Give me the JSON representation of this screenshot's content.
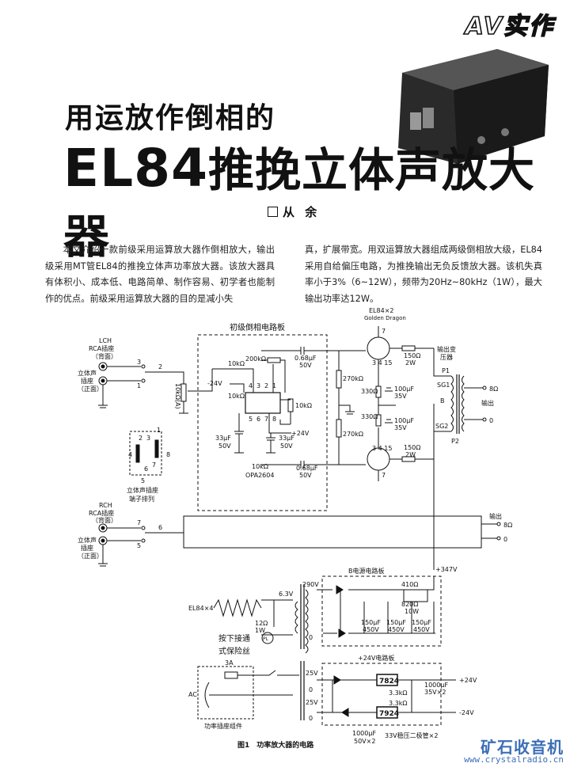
{
  "header": {
    "section_tag": "AV实作",
    "title_line1": "用运放作倒相的",
    "title_model": "EL84",
    "title_rest": "推挽立体声放大器",
    "author": "从 余"
  },
  "article": {
    "col1": "本文介绍一款前级采用运算放大器作倒相放大，输出级采用MT管EL84的推挽立体声功率放大器。该放大器具有体积小、成本低、电路简单、制作容易、初学者也能制作的优点。前级采用运算放大器的目的是减小失",
    "col2": "真，扩展带宽。用双运算放大器组成两级倒相放大级，EL84采用自给偏压电路，为推挽输出无负反馈放大器。该机失真率小于3%（6~12W），频带为20Hz~80kHz（1W），最大输出功率达12W。"
  },
  "diagram": {
    "preamp_board": "初级倒相电路板",
    "lch_label": "LCH",
    "rca_back": "RCA插座",
    "back": "（背面）",
    "stereo_jack": "立体声",
    "jack": "插座",
    "front": "（正面）",
    "rch_label": "RCH",
    "jack_strip_1": "立体声插座",
    "jack_strip_2": "端子排列",
    "tube_label": "EL84×2",
    "golden_dragon": "Golden Dragon",
    "r_200k": "200kΩ",
    "r_10k_a": "10kΩ",
    "r_10k_b": "10kΩ",
    "r_10k_c": "10kΩ",
    "pot_label": "10kΩ(A)",
    "v_neg24": "-24V",
    "v_pos24": "+24V",
    "c_068_top": "0.68μF",
    "c_068_v_top": "50V",
    "c_068_bot": "0.68μF",
    "c_068_v_bot": "50V",
    "c_33u_a": "33μF",
    "c_33u_a_v": "50V",
    "c_33u_b": "33μF",
    "c_33u_b_v": "50V",
    "opamp": "OPA2604",
    "r_270k_a": "270kΩ",
    "r_270k_b": "270kΩ",
    "r_330_a": "330Ω",
    "r_330_b": "330Ω",
    "c_100u_a": "100μF",
    "c_100u_a_v": "35V",
    "c_100u_b": "100μF",
    "c_100u_b_v": "35V",
    "r_150_a": "150Ω",
    "r_150_a_w": "2W",
    "r_150_b": "150Ω",
    "r_150_b_w": "2W",
    "ot_label_1": "输出变",
    "ot_label_2": "压器",
    "p1": "P1",
    "p2": "P2",
    "b": "B",
    "sg1": "SG1",
    "sg2": "SG2",
    "out_8": "8Ω",
    "out_0": "0",
    "output": "输出",
    "output2": "输出",
    "out2_8": "8Ω",
    "out2_0": "0",
    "b_board": "B电源电路板",
    "v_347": "+347V",
    "v_290": "290V",
    "v_63": "6.3V",
    "r_410": "410Ω",
    "r_820": "820Ω",
    "r_820_w": "10W",
    "c_150_a": "150μF",
    "c_150_a_v": "450V",
    "c_150_b": "150μF",
    "c_150_b_v": "450V",
    "c_150_c": "150μF",
    "c_150_c_v": "450V",
    "el84x4": "EL84×4",
    "r_12": "12Ω",
    "r_12_w": "1W",
    "pl": "PL",
    "fuse_1": "按下接通",
    "fuse_2": "式保险丝",
    "fuse_3a": "3A",
    "ac": "AC",
    "socket_label": "功率插座组件",
    "board_24": "+24V电路板",
    "v_25_a": "25V",
    "v_25_b": "25V",
    "zero_a": "0",
    "zero_b": "0",
    "zero_c": "0",
    "ic_7824": "7824",
    "ic_7924": "7924",
    "r_33k_a": "3.3kΩ",
    "r_33k_b": "3.3kΩ",
    "c_1000_a": "1000μF",
    "c_1000_a_v": "35V×2",
    "c_1000_b": "1000μF",
    "c_1000_b_v": "50V×2",
    "zener": "33V稳压二极管×2",
    "out_pos24": "+24V",
    "out_neg24": "-24V",
    "fig_caption": "图1　功率放大器的电路",
    "pin_2": "2",
    "pin_3": "3",
    "pin_4": "4",
    "pin_5": "5",
    "pin_6": "6",
    "pin_7": "7",
    "pin_8": "8",
    "pin_1": "1"
  },
  "watermark": {
    "cn": "矿石收音机",
    "url": "www.crystalradio.cn"
  },
  "colors": {
    "ink": "#111111",
    "watermark": "#3d6fb8",
    "photo": "#2a2a2a"
  }
}
